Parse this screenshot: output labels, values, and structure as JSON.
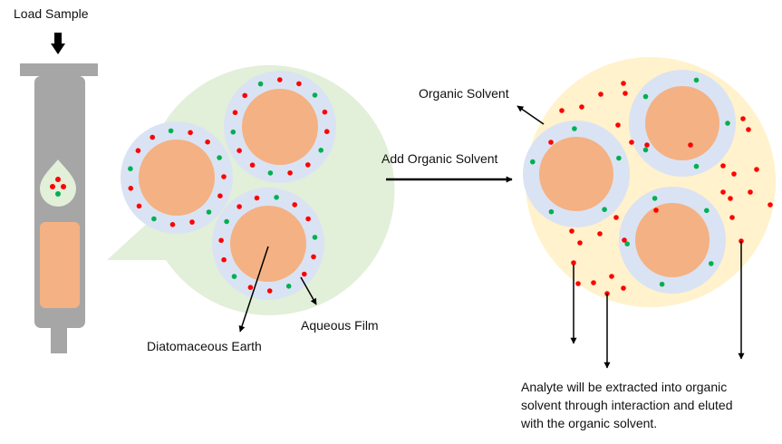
{
  "labels": {
    "load_sample": "Load Sample",
    "organic_solvent": "Organic Solvent",
    "add_organic_solvent": "Add Organic Solvent",
    "aqueous_film": "Aqueous Film",
    "diatomaceous_earth": "Diatomaceous Earth",
    "analyte_line1": "Analyte will be extracted into organic",
    "analyte_line2": "solvent through interaction and eluted",
    "analyte_line3": "with the organic solvent."
  },
  "colors": {
    "cartridge": "#a6a6a6",
    "particle_core": "#f4b183",
    "aqueous_film": "#dae3f3",
    "aqueous_bubble": "#e2efd9",
    "organic_bubble": "#fff2cc",
    "analyte_red": "#ff0000",
    "analyte_green": "#00b050",
    "arrow": "#000000"
  }
}
